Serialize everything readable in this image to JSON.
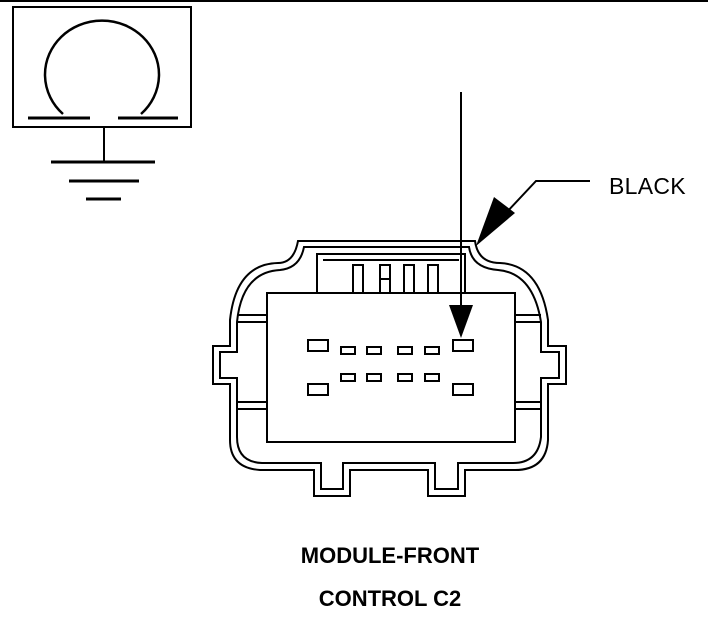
{
  "diagram": {
    "wire_color_label": "BLACK",
    "caption_line1": "MODULE-FRONT",
    "caption_line2": "CONTROL C2",
    "icon": "ground-symbol-icon",
    "line_color": "#000000",
    "background": "#ffffff"
  }
}
